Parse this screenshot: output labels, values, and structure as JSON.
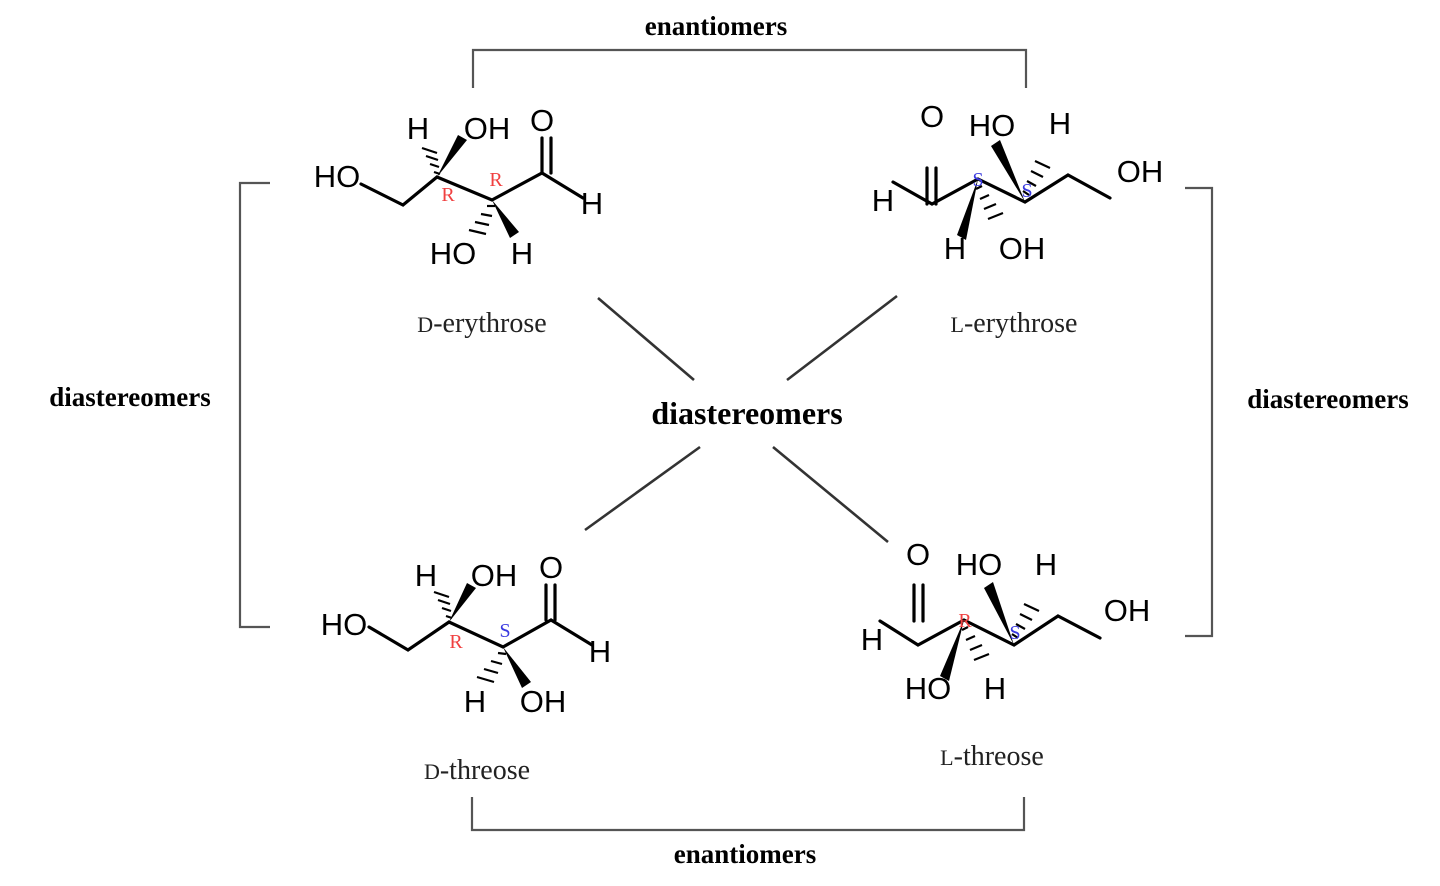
{
  "relations": {
    "top_enantiomers": "enantiomers",
    "bottom_enantiomers": "enantiomers",
    "left_diastereomers": "diastereomers",
    "right_diastereomers": "diastereomers",
    "center_diastereomers": "diastereomers"
  },
  "colors": {
    "R": "#f04040",
    "S": "#3a3ae0",
    "bond": "#000000",
    "bracket": "#555555"
  },
  "molecules": {
    "d_erythrose": {
      "name_prefix": "D",
      "name_suffix": "-erythrose",
      "atoms": {
        "o": "O",
        "h_top": "H",
        "oh_top": "OH",
        "ho_left": "HO",
        "h_right": "H",
        "ho_bottom": "HO",
        "h_bottom": "H"
      },
      "stereo": [
        "R",
        "R"
      ]
    },
    "l_erythrose": {
      "name_prefix": "L",
      "name_suffix": "-erythrose",
      "atoms": {
        "o": "O",
        "ho_top": "HO",
        "h_top": "H",
        "oh_right": "OH",
        "h_left": "H",
        "h_bottom": "H",
        "oh_bottom": "OH"
      },
      "stereo": [
        "S",
        "S"
      ]
    },
    "d_threose": {
      "name_prefix": "D",
      "name_suffix": "-threose",
      "atoms": {
        "o": "O",
        "h_top": "H",
        "oh_top": "OH",
        "ho_left": "HO",
        "h_right": "H",
        "h_bottom": "H",
        "oh_bottom": "OH"
      },
      "stereo": [
        "R",
        "S"
      ]
    },
    "l_threose": {
      "name_prefix": "L",
      "name_suffix": "-threose",
      "atoms": {
        "o": "O",
        "ho_top": "HO",
        "h_top": "H",
        "oh_right": "OH",
        "h_left": "H",
        "ho_bottom": "HO",
        "h_bottom": "H"
      },
      "stereo": [
        "R",
        "S"
      ]
    }
  }
}
